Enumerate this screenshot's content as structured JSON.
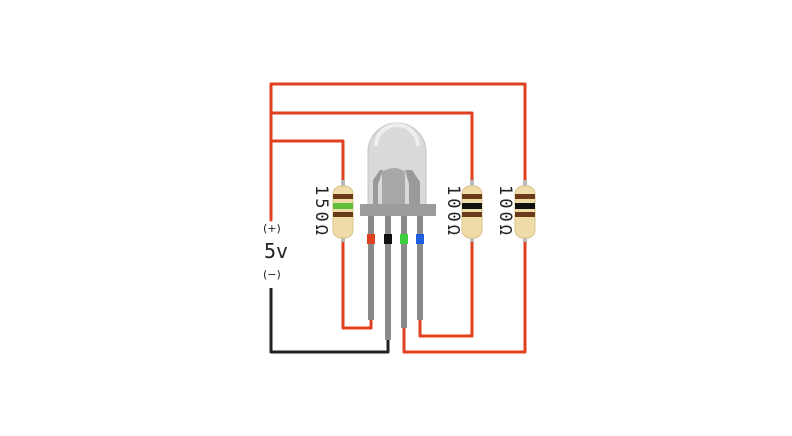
{
  "supply": {
    "plus_label": "(+)",
    "voltage_label": "5v",
    "minus_label": "(−)"
  },
  "resistors": [
    {
      "id": "r-red",
      "label": "150Ω",
      "bands": [
        "#6b3a1a",
        "#5fbf3a",
        "#6b3a1a"
      ]
    },
    {
      "id": "r-green",
      "label": "100Ω",
      "bands": [
        "#6b3a1a",
        "#111111",
        "#6b3a1a"
      ]
    },
    {
      "id": "r-blue",
      "label": "100Ω",
      "bands": [
        "#6b3a1a",
        "#111111",
        "#6b3a1a"
      ]
    }
  ],
  "led": {
    "pin_markers": [
      "#e0401f",
      "#111111",
      "#3ecf3e",
      "#1d5fe0"
    ]
  },
  "colors": {
    "wire_positive": "#e0401f",
    "wire_negative": "#222222",
    "resistor_body": "#f0dca8",
    "led_lens": "#d8d8d8",
    "led_leg": "#8a8a8a"
  }
}
